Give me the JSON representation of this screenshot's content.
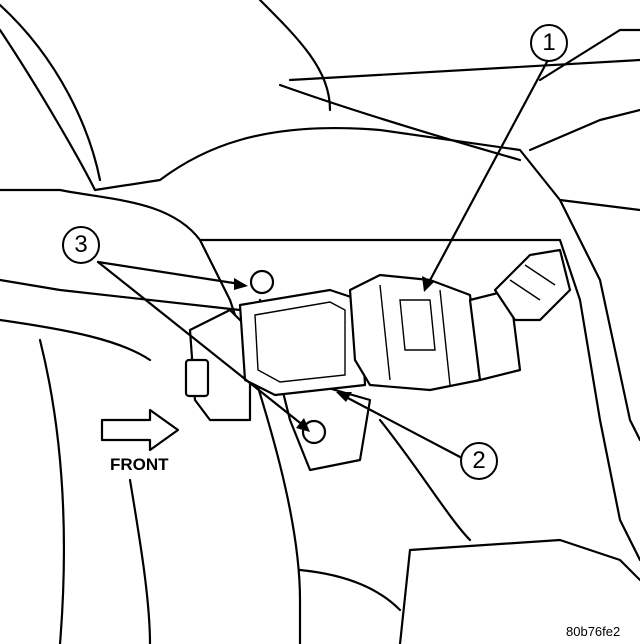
{
  "callouts": {
    "one": "1",
    "two": "2",
    "three": "3"
  },
  "direction_label": "FRONT",
  "figure_code": "80b76fe2",
  "colors": {
    "ink": "#000000",
    "paper": "#ffffff"
  }
}
